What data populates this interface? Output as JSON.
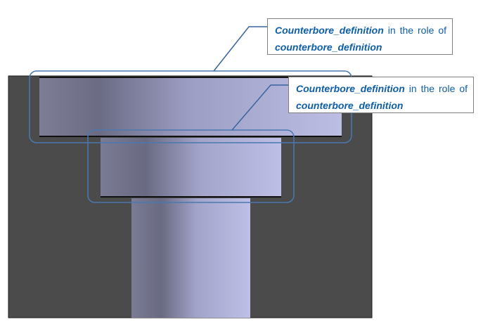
{
  "diagram": {
    "colors": {
      "block": "#4b4b4b",
      "part_dark": "#6b6c84",
      "part_light": "#b9bae0",
      "outline": "#4a78b0",
      "leader": "#3a63a0",
      "text": "#0f5ea8"
    },
    "callouts": [
      {
        "term": "Counterbore_definition",
        "middle": " in the role of ",
        "role": "counterbore_definition"
      },
      {
        "term": "Counterbore_definition",
        "middle": " in the role of ",
        "role": "counterbore_definition"
      }
    ]
  }
}
